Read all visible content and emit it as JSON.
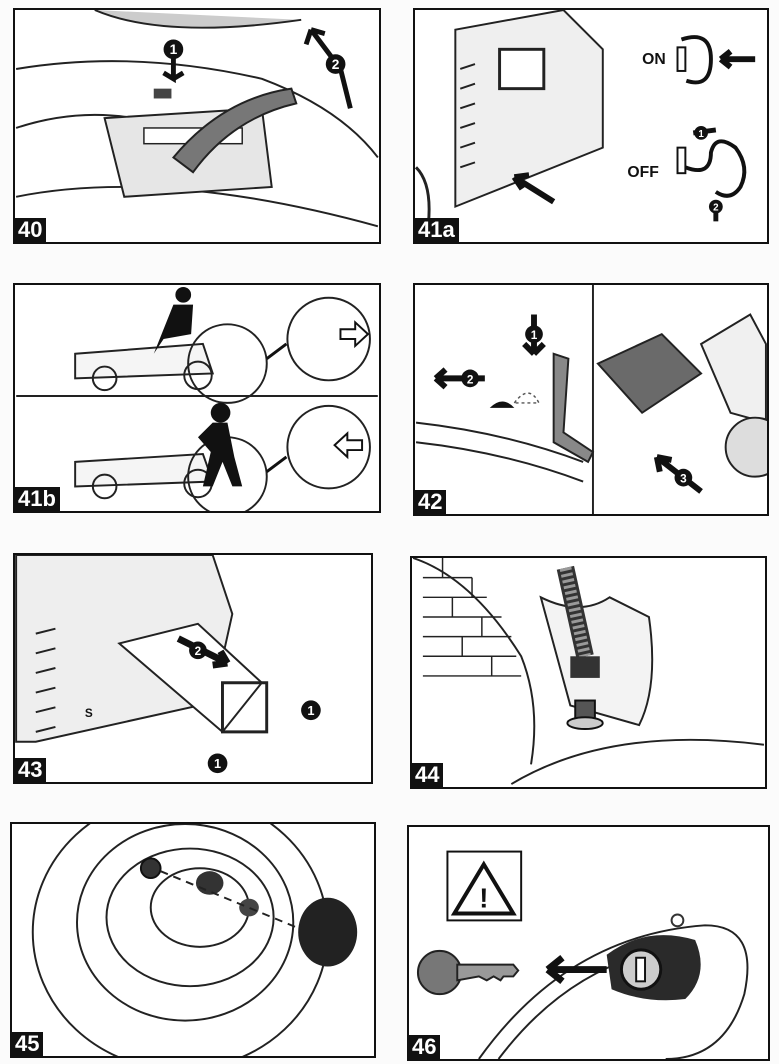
{
  "figures": [
    {
      "id": "40",
      "label": "40",
      "callouts": [
        "1",
        "2"
      ]
    },
    {
      "id": "41a",
      "label": "41a",
      "callouts": [
        "1",
        "2"
      ],
      "on_text": "ON",
      "off_text": "OFF"
    },
    {
      "id": "41b",
      "label": "41b"
    },
    {
      "id": "42",
      "label": "42",
      "callouts": [
        "1",
        "2",
        "3"
      ]
    },
    {
      "id": "43",
      "label": "43",
      "callouts": [
        "2",
        "1",
        "1"
      ],
      "marking": "S"
    },
    {
      "id": "44",
      "label": "44"
    },
    {
      "id": "45",
      "label": "45"
    },
    {
      "id": "46",
      "label": "46",
      "warning_symbol": "!"
    }
  ]
}
